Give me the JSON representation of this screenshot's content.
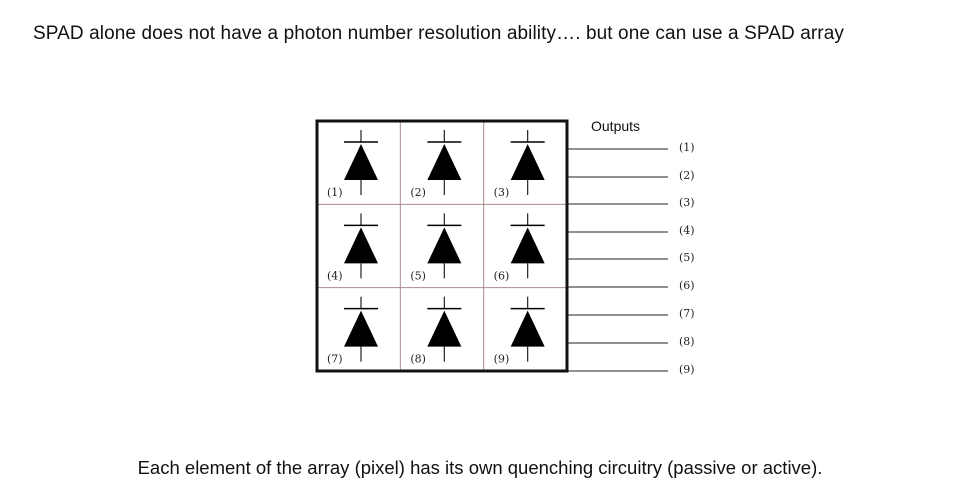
{
  "heading": "SPAD alone does not have a photon number resolution ability…. but one can use a SPAD array",
  "caption": "Each element of the array (pixel) has its own quenching circuitry (passive or active).",
  "diagram": {
    "outputs_title": "Outputs",
    "cell_labels": [
      "(1)",
      "(2)",
      "(3)",
      "(4)",
      "(5)",
      "(6)",
      "(7)",
      "(8)",
      "(9)"
    ],
    "output_labels": [
      "(1)",
      "(2)",
      "(3)",
      "(4)",
      "(5)",
      "(6)",
      "(7)",
      "(8)",
      "(9)"
    ]
  },
  "colors": {
    "frame": "#111111",
    "grid": "#a88b8b",
    "symbol": "#000000",
    "lines": "#222222"
  }
}
